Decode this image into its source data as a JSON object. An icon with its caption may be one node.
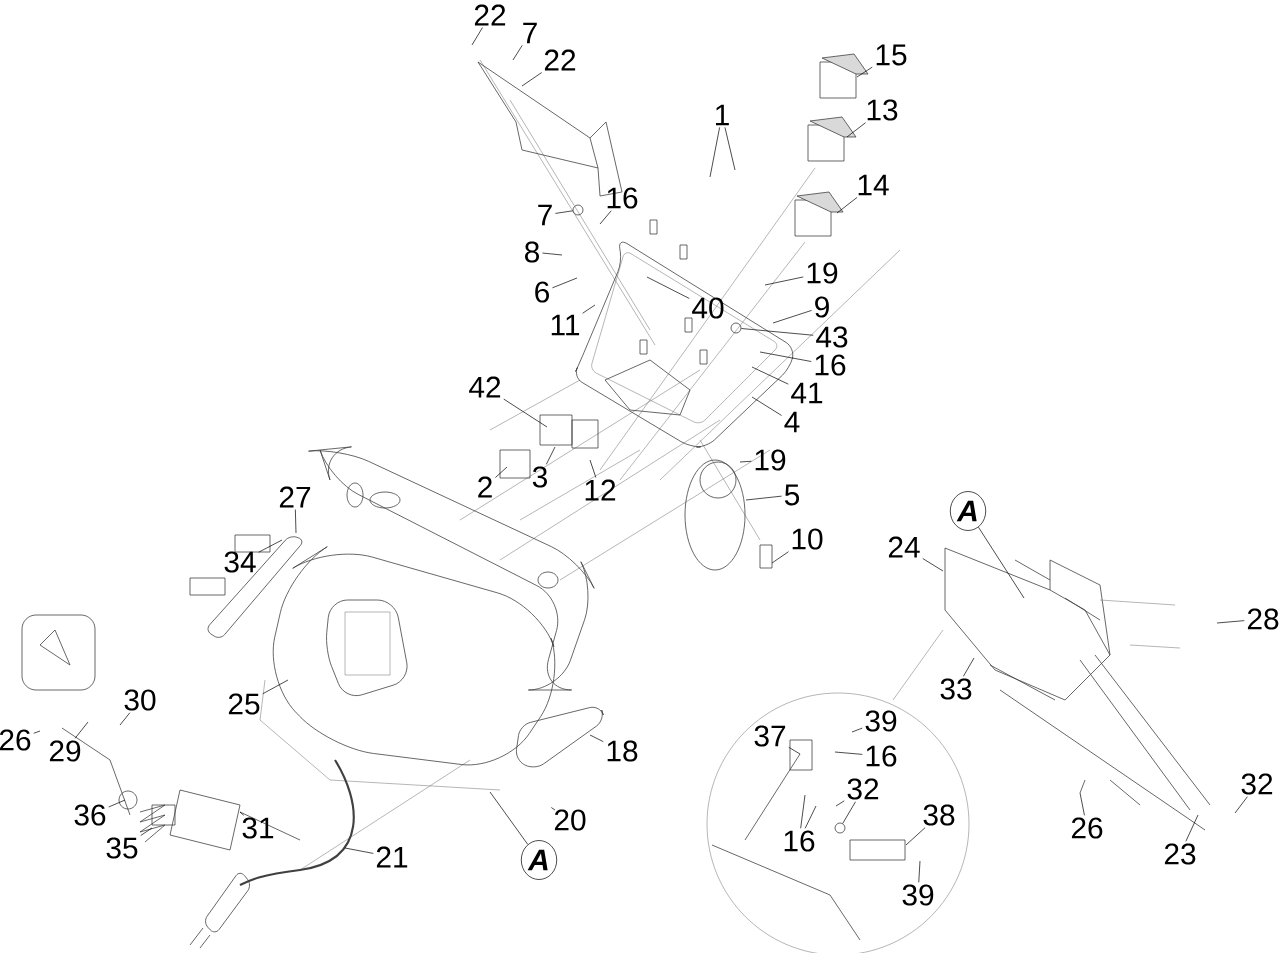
{
  "diagram": {
    "nodes": [
      {
        "text": [
          "22"
        ]
      },
      {
        "text": [
          "7"
        ]
      },
      {
        "text": [
          "22"
        ]
      },
      {
        "text": [
          "15"
        ]
      },
      {
        "text": [
          "1"
        ]
      },
      {
        "text": [
          "13"
        ]
      },
      {
        "text": [
          "14"
        ]
      },
      {
        "text": [
          "7"
        ]
      },
      {
        "text": [
          "16"
        ]
      },
      {
        "text": [
          "8"
        ]
      },
      {
        "text": [
          "6"
        ]
      },
      {
        "text": [
          "19"
        ]
      },
      {
        "text": [
          "9"
        ]
      },
      {
        "text": [
          "11"
        ]
      },
      {
        "text": [
          "40"
        ]
      },
      {
        "text": [
          "43"
        ]
      },
      {
        "text": [
          "16"
        ]
      },
      {
        "text": [
          "41"
        ]
      },
      {
        "text": [
          "42"
        ]
      },
      {
        "text": [
          "4"
        ]
      },
      {
        "text": [
          "2"
        ]
      },
      {
        "text": [
          "3"
        ]
      },
      {
        "text": [
          "12"
        ]
      },
      {
        "text": [
          "19"
        ]
      },
      {
        "text": [
          "5"
        ]
      },
      {
        "text": [
          "10"
        ]
      },
      {
        "text": [
          "A"
        ]
      },
      {
        "text": [
          "24"
        ]
      },
      {
        "text": [
          "28"
        ]
      },
      {
        "text": [
          "33"
        ]
      },
      {
        "text": [
          "39"
        ]
      },
      {
        "text": [
          "37"
        ]
      },
      {
        "text": [
          "16"
        ]
      },
      {
        "text": [
          "32"
        ]
      },
      {
        "text": [
          "16"
        ]
      },
      {
        "text": [
          "38"
        ]
      },
      {
        "text": [
          "39"
        ]
      },
      {
        "text": [
          "26"
        ]
      },
      {
        "text": [
          "32"
        ]
      },
      {
        "text": [
          "23"
        ]
      },
      {
        "text": [
          "27"
        ]
      },
      {
        "text": [
          "34"
        ]
      },
      {
        "text": [
          "25"
        ]
      },
      {
        "text": [
          "30"
        ]
      },
      {
        "text": [
          "26"
        ]
      },
      {
        "text": [
          "29"
        ]
      },
      {
        "text": [
          "36"
        ]
      },
      {
        "text": [
          "35"
        ]
      },
      {
        "text": [
          "31"
        ]
      },
      {
        "text": [
          "18"
        ]
      },
      {
        "text": [
          "20"
        ]
      },
      {
        "text": [
          "21"
        ]
      },
      {
        "text": [
          "A"
        ]
      },
      {
        "text": [],
        "shape": "circle"
      },
      {
        "text": [],
        "shape": "circle"
      },
      {
        "text": [],
        "shape": "circle"
      }
    ],
    "edges": [
      {
        "from": 0,
        "to": null,
        "arrow": "none"
      },
      {
        "from": 1,
        "to": null,
        "arrow": "none"
      },
      {
        "from": 2,
        "to": null,
        "arrow": "none"
      },
      {
        "from": 3,
        "to": null,
        "arrow": "none"
      },
      {
        "from": 4,
        "to": null,
        "arrow": "none"
      },
      {
        "from": 4,
        "to": null,
        "arrow": "none"
      },
      {
        "from": 5,
        "to": null,
        "arrow": "none"
      },
      {
        "from": 6,
        "to": null,
        "arrow": "none"
      },
      {
        "from": 7,
        "to": 53,
        "arrow": "none"
      },
      {
        "from": 8,
        "to": null,
        "arrow": "none"
      },
      {
        "from": 9,
        "to": null,
        "arrow": "none"
      },
      {
        "from": 10,
        "to": null,
        "arrow": "none"
      },
      {
        "from": 11,
        "to": null,
        "arrow": "none"
      },
      {
        "from": 12,
        "to": null,
        "arrow": "none"
      },
      {
        "from": 13,
        "to": null,
        "arrow": "none"
      },
      {
        "from": 14,
        "to": null,
        "arrow": "none"
      },
      {
        "from": 15,
        "to": 54,
        "arrow": "none"
      },
      {
        "from": 16,
        "to": null,
        "arrow": "none"
      },
      {
        "from": 17,
        "to": null,
        "arrow": "none"
      },
      {
        "from": 18,
        "to": null,
        "arrow": "none"
      },
      {
        "from": 19,
        "to": null,
        "arrow": "none"
      },
      {
        "from": 20,
        "to": null,
        "arrow": "none"
      },
      {
        "from": 21,
        "to": null,
        "arrow": "none"
      },
      {
        "from": 22,
        "to": null,
        "arrow": "none"
      },
      {
        "from": 23,
        "to": null,
        "arrow": "none"
      },
      {
        "from": 24,
        "to": null,
        "arrow": "none"
      },
      {
        "from": 25,
        "to": null,
        "arrow": "none"
      },
      {
        "from": 26,
        "to": null,
        "arrow": "none"
      },
      {
        "from": 27,
        "to": null,
        "arrow": "none"
      },
      {
        "from": 28,
        "to": null,
        "arrow": "none"
      },
      {
        "from": 29,
        "to": null,
        "arrow": "none"
      },
      {
        "from": 30,
        "to": null,
        "arrow": "none"
      },
      {
        "from": 31,
        "to": null,
        "arrow": "none"
      },
      {
        "from": 32,
        "to": null,
        "arrow": "none"
      },
      {
        "from": 33,
        "to": null,
        "arrow": "none"
      },
      {
        "from": 33,
        "to": 55,
        "arrow": "none"
      },
      {
        "from": 34,
        "to": null,
        "arrow": "none"
      },
      {
        "from": 34,
        "to": null,
        "arrow": "none"
      },
      {
        "from": 35,
        "to": null,
        "arrow": "none"
      },
      {
        "from": 36,
        "to": null,
        "arrow": "none"
      },
      {
        "from": 37,
        "to": null,
        "arrow": "none"
      },
      {
        "from": 38,
        "to": null,
        "arrow": "none"
      },
      {
        "from": 39,
        "to": null,
        "arrow": "none"
      },
      {
        "from": 40,
        "to": null,
        "arrow": "none"
      },
      {
        "from": 41,
        "to": null,
        "arrow": "none"
      },
      {
        "from": 42,
        "to": null,
        "arrow": "none"
      },
      {
        "from": 43,
        "to": null,
        "arrow": "none"
      },
      {
        "from": 44,
        "to": null,
        "arrow": "none"
      },
      {
        "from": 45,
        "to": null,
        "arrow": "none"
      },
      {
        "from": 46,
        "to": null,
        "arrow": "none"
      },
      {
        "from": 47,
        "to": null,
        "arrow": "none"
      },
      {
        "from": 48,
        "to": null,
        "arrow": "none"
      },
      {
        "from": 49,
        "to": null,
        "arrow": "none"
      },
      {
        "from": 50,
        "to": null,
        "arrow": "none"
      },
      {
        "from": 51,
        "to": null,
        "arrow": "none"
      },
      {
        "from": 52,
        "to": null,
        "arrow": "none"
      }
    ]
  }
}
